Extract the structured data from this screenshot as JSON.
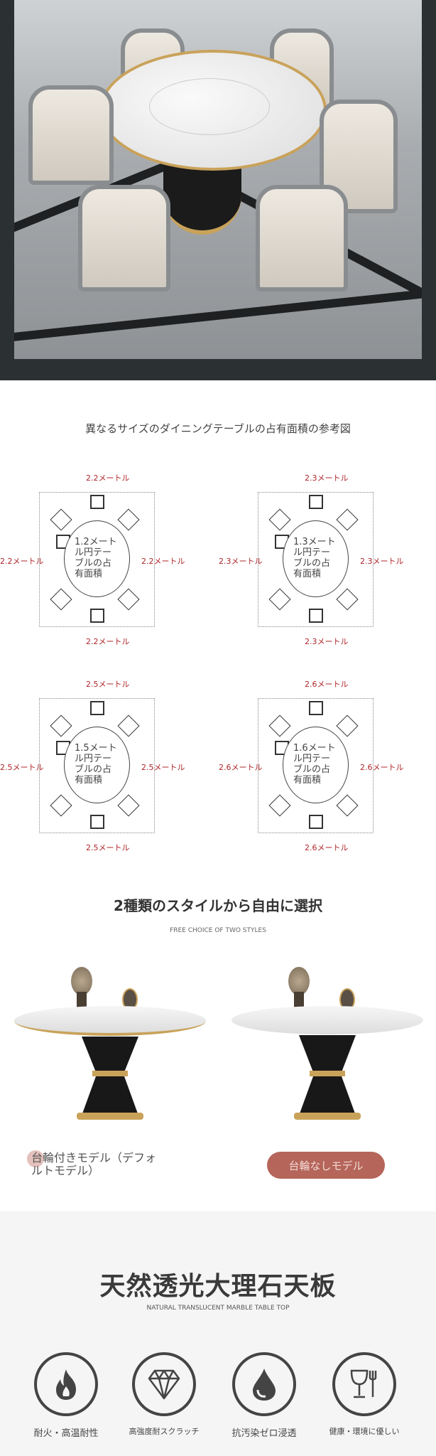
{
  "section_sizes": {
    "title": "異なるサイズのダイニングテーブルの占有面積の参考図",
    "diagrams": [
      {
        "table": "1.2メートル円テーブルの占有面積",
        "top": "2.2メートル",
        "bottom": "2.2メートル",
        "left": "2.2メートル",
        "right": "2.2メートル"
      },
      {
        "table": "1.3メートル円テーブルの占有面積",
        "top": "2.3メートル",
        "bottom": "2.3メートル",
        "left": "2.3メートル",
        "right": "2.3メートル"
      },
      {
        "table": "1.5メートル円テーブルの占有面積",
        "top": "2.5メートル",
        "bottom": "2.5メートル",
        "left": "2.5メートル",
        "right": "2.5メートル"
      },
      {
        "table": "1.6メートル円テーブルの占有面積",
        "top": "2.6メートル",
        "bottom": "2.6メートル",
        "left": "2.6メートル",
        "right": "2.6メートル"
      }
    ]
  },
  "section_styles": {
    "title": "2種類のスタイルから自由に選択",
    "subtitle": "FREE CHOICE OF TWO STYLES",
    "options": [
      {
        "label": "台輪付きモデル（デフォルトモデル）"
      },
      {
        "label": "台輪なしモデル"
      }
    ],
    "colors": {
      "gold": "#c9a25a",
      "badge": "#b5655a"
    }
  },
  "section_marble": {
    "title": "天然透光大理石天板",
    "subtitle": "NATURAL TRANSLUCENT MARBLE TABLE TOP",
    "features": [
      {
        "icon": "flame-icon",
        "label": "耐火・高温耐性"
      },
      {
        "icon": "diamond-icon",
        "label": "高強度耐スクラッチ"
      },
      {
        "icon": "water-drop-icon",
        "label": "抗汚染ゼロ浸透"
      },
      {
        "icon": "glass-fork-icon",
        "label": "健康・環境に優しい"
      }
    ]
  }
}
